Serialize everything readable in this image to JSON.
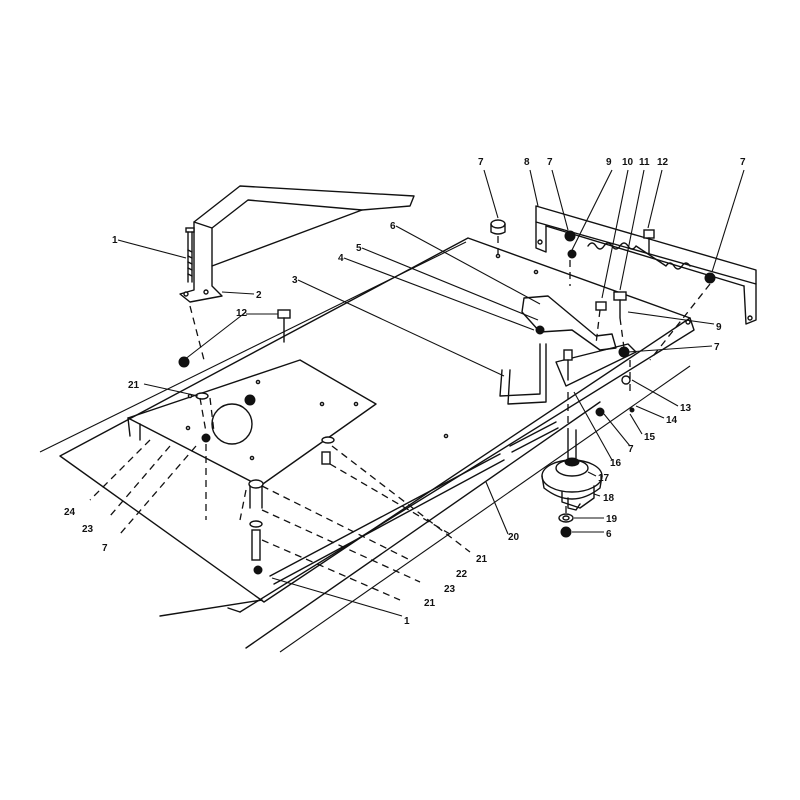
{
  "callouts": {
    "c1_top": "1",
    "c2": "2",
    "c3": "3",
    "c4": "4",
    "c5": "5",
    "c6_top": "6",
    "c7_a": "7",
    "c8": "8",
    "c7_b": "7",
    "c9_top": "9",
    "c10": "10",
    "c11": "11",
    "c12_right": "12",
    "c7_c": "7",
    "c12_left": "12",
    "c9_right": "9",
    "c7_d": "7",
    "c21_left": "21",
    "c13": "13",
    "c14": "14",
    "c15": "15",
    "c7_e": "7",
    "c16": "16",
    "c17": "17",
    "c18": "18",
    "c24": "24",
    "c23_left": "23",
    "c7_f": "7",
    "c20": "20",
    "c19": "19",
    "c6_bottom": "6",
    "c21_mid": "21",
    "c22": "22",
    "c23_bottom": "23",
    "c21_bottom": "21",
    "c1_bottom": "1"
  }
}
